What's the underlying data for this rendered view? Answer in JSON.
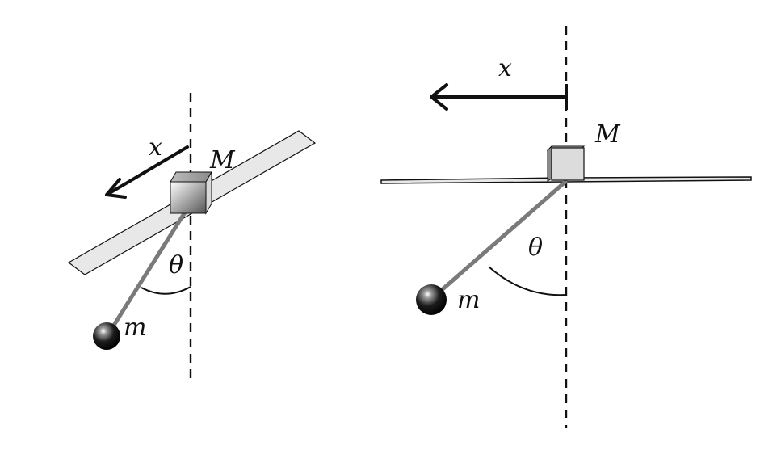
{
  "left_diagram": {
    "labels": {
      "x": "x",
      "M": "M",
      "theta": "θ",
      "m": "m"
    }
  },
  "right_diagram": {
    "labels": {
      "x": "x",
      "M": "M",
      "theta": "θ",
      "m": "m"
    }
  },
  "colors": {
    "rod": "#7a7a7a",
    "track": "#e8e8e8",
    "cube_front": "#dcdcdc",
    "ink": "#111111"
  }
}
